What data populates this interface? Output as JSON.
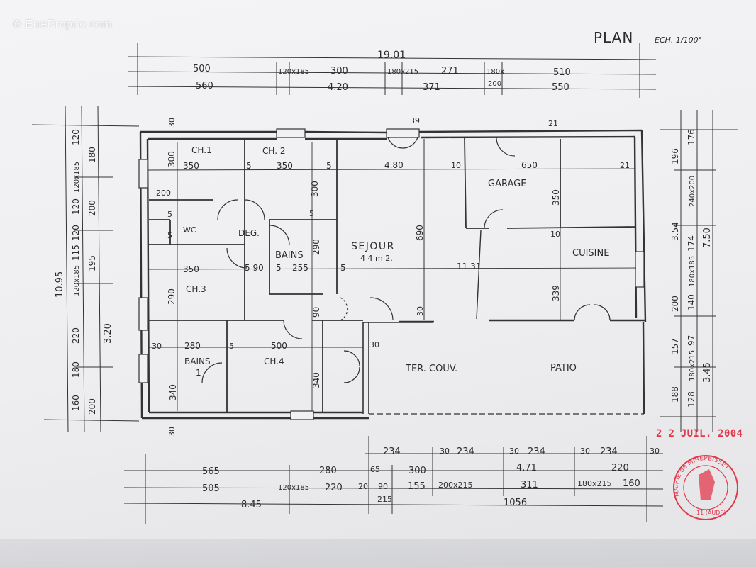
{
  "header": {
    "title": "PLAN",
    "scale": "ECH. 1/100°"
  },
  "watermark": "© EtreProprio.com",
  "stamp": {
    "date": "2 2 JUIL. 2004",
    "seal_text_top": "MAIRIE de MIREPEISSET",
    "seal_text_bottom": "11 (AUDE)"
  },
  "rooms": {
    "ch1": "CH.1",
    "ch2": "CH. 2",
    "deg": "DEG.",
    "wc": "WC",
    "bains": "BAINS",
    "sejour": "SEJOUR",
    "sejour_area": "4 4 m 2.",
    "garage": "GARAGE",
    "cuisine": "CUISINE",
    "ch3": "CH.3",
    "bains1_a": "BAINS",
    "bains1_b": "1",
    "ch4": "CH.4",
    "ter_couv": "TER. COUV.",
    "patio": "PATIO"
  },
  "dims_top": {
    "total": "19.01",
    "row1": [
      "500",
      "120x185",
      "300",
      "180x215",
      "271",
      "180x",
      "510"
    ],
    "row2": [
      "560",
      "4.20",
      "371",
      "200",
      "550"
    ]
  },
  "dims_bottom": {
    "row1": [
      "234",
      "30",
      "234",
      "30",
      "234",
      "30",
      "234",
      "30"
    ],
    "row2": [
      "565",
      "280",
      "65",
      "300",
      "4.71",
      "220"
    ],
    "row3": [
      "505",
      "120x185",
      "220",
      "20",
      "90",
      "155",
      "200x215",
      "311",
      "180x215",
      "160"
    ],
    "row4": [
      "8.45",
      "215",
      "1056"
    ]
  },
  "dims_left": {
    "total": "10.95",
    "col_a": [
      "120",
      "120x185",
      "120",
      "120",
      "115",
      "120x185",
      "220",
      "180",
      "160"
    ],
    "col_b": [
      "180",
      "200",
      "195",
      "3.20",
      "200"
    ]
  },
  "dims_right": {
    "col_a": [
      "196",
      "3.54",
      "200",
      "157",
      "188"
    ],
    "col_b": [
      "176",
      "240x200",
      "174",
      "180x185",
      "140",
      "97",
      "180x215",
      "128"
    ],
    "col_c": [
      "7.50",
      "3.45"
    ]
  },
  "dims_interior": {
    "d30_top": "30",
    "d350a": "350",
    "d5a": "5",
    "d350b": "350",
    "d5b": "5",
    "d480": "4.80",
    "d10a": "10",
    "d650": "650",
    "d21a": "21",
    "d21b": "21",
    "d39": "39",
    "d30a": "300",
    "d200": "200",
    "d5c": "5",
    "d5d": "5",
    "d300b": "300",
    "d690": "690",
    "d350c": "350",
    "d290a": "290",
    "d5e": "5",
    "d10b": "10",
    "d350d": "350",
    "d590": "5 90",
    "d5f": "5",
    "d255": "255",
    "d5g": "5",
    "d1131": "11.31",
    "d290b": "290",
    "d339": "339",
    "d90a": "90",
    "d30b": "30",
    "d30c": "30",
    "d280": "280",
    "d5h": "5",
    "d500": "500",
    "d30d": "30",
    "d340a": "340",
    "d340b": "340",
    "d30e": "30"
  }
}
